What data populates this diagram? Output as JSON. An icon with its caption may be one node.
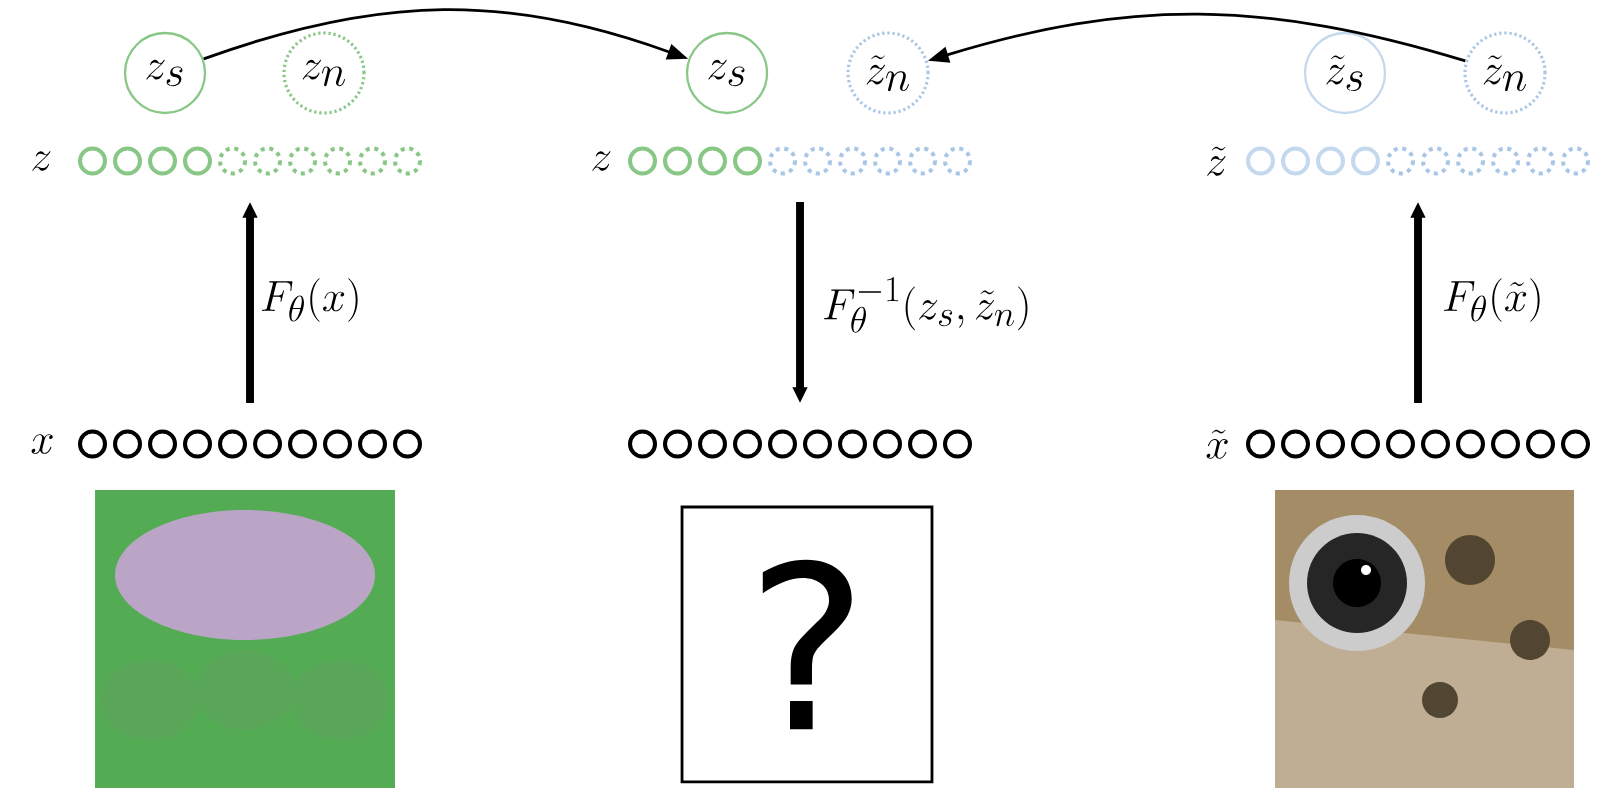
{
  "diagram": {
    "nodes": [
      {
        "text": [
          "z_s"
        ]
      },
      {
        "text": [
          "z_n"
        ]
      },
      {
        "text": [
          "z_s"
        ]
      },
      {
        "text": [
          "\\tilde{z}_n"
        ]
      },
      {
        "text": [
          "\\tilde{z}_s"
        ]
      },
      {
        "text": [
          "\\tilde{z}_n"
        ]
      },
      {
        "text": [],
        "shape": "circle",
        "beside": [
          "z"
        ]
      },
      {
        "text": [],
        "shape": "circle",
        "beside": [
          "z"
        ]
      },
      {
        "text": [],
        "shape": "circle",
        "beside": [
          "\\tilde{z}"
        ]
      },
      {
        "text": [],
        "shape": "circle",
        "beside": [
          "x"
        ]
      },
      {
        "text": [],
        "shape": "circle"
      },
      {
        "text": [],
        "shape": "circle",
        "beside": [
          "\\tilde{x}"
        ]
      },
      {
        "text": [],
        "shape": "picture"
      },
      {
        "text": [
          "?"
        ]
      },
      {
        "text": [],
        "shape": "picture"
      }
    ],
    "edges": [
      {
        "from": 0,
        "to": 2,
        "arrow": "to"
      },
      {
        "from": 5,
        "to": 3,
        "arrow": "to"
      },
      {
        "from": 9,
        "to": 6,
        "arrow": "to",
        "label": "F_\\theta(x)"
      },
      {
        "from": 7,
        "to": 10,
        "arrow": "to",
        "label": "F_\\theta^{-1}(z_s, \\tilde{z}_n)"
      },
      {
        "from": 11,
        "to": 8,
        "arrow": "to",
        "label": "F_\\theta(\\tilde{x})"
      }
    ]
  }
}
